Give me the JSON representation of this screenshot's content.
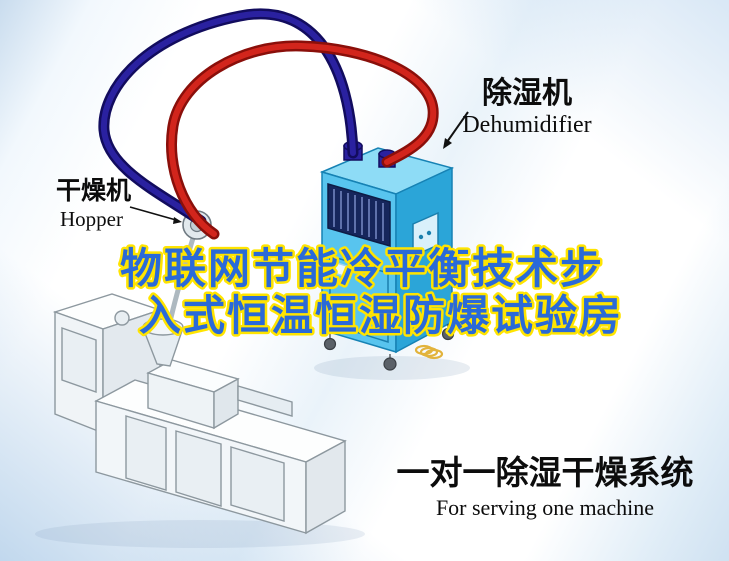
{
  "title": {
    "line1": "物联网节能冷平衡技术步",
    "line2": "入式恒温恒湿防爆试验房"
  },
  "labels": {
    "dehumidifier_cn": "除湿机",
    "dehumidifier_en": "Dehumidifier",
    "dryer_cn": "干燥机",
    "dryer_en": "Hopper",
    "system_cn": "一对一除湿干燥系统",
    "system_en": "For serving one machine"
  },
  "colors": {
    "title_fill": "#2a6ad8",
    "title_stroke": "#ffe400",
    "label_black": "#0c0c0c",
    "pipe_red": "#d2251c",
    "pipe_red_dark": "#8a0f0a",
    "pipe_navy": "#2a21a0",
    "pipe_navy_dark": "#120c5e",
    "unit_blue_light": "#8edcf6",
    "unit_blue": "#58c4ee",
    "unit_blue_dark": "#2ba5d8",
    "vent_navy": "#16265c"
  }
}
